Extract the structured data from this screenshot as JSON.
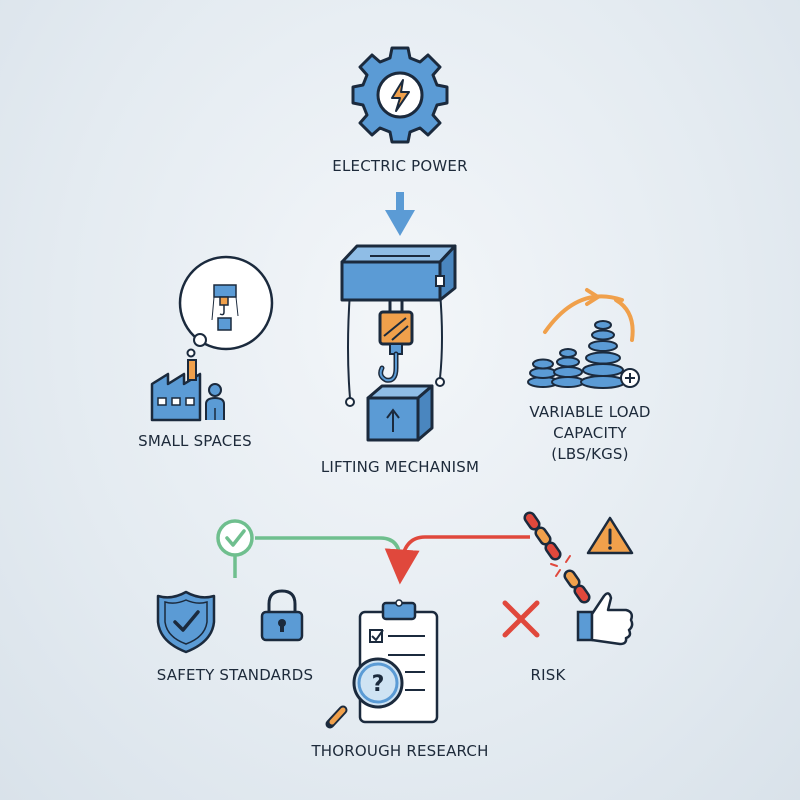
{
  "nodes": {
    "electric_power": "ELECTRIC POWER",
    "lifting_mechanism": "LIFTING MECHANISM",
    "small_spaces": "SMALL SPACES",
    "variable_load": [
      "VARIABLE LOAD",
      "CAPACITY",
      "(LBS/KGS)"
    ],
    "safety_standards": "SAFETY STANDARDS",
    "risk": "RISK",
    "thorough_research": "THOROUGH RESEARCH"
  },
  "colors": {
    "outline": "#1b2a3d",
    "blue": "#5b9bd5",
    "blue_light": "#8fbde6",
    "orange": "#f0a04b",
    "green": "#6fbf8e",
    "red": "#e0483c",
    "arrow_blue": "#5b9bd5"
  },
  "icons": {
    "electric_power": "gear-lightning-icon",
    "lifting_mechanism": "hoist-crane-icon",
    "small_spaces": "factory-worker-icon",
    "variable_load": "stacked-weights-icon",
    "safety_standards": "shield-check-icon",
    "lock": "padlock-icon",
    "research": "clipboard-magnifier-icon",
    "risk": "broken-chain-warning-icon",
    "cross": "red-x-icon",
    "approval": "thumbs-up-icon"
  }
}
